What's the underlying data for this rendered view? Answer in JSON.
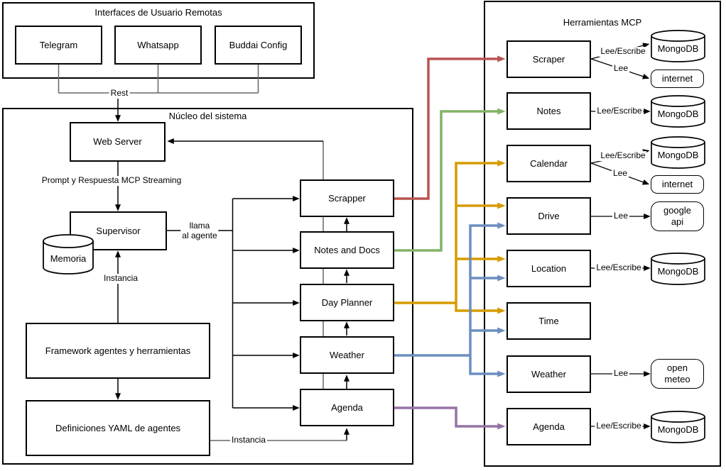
{
  "colors": {
    "red": "#b85450",
    "green": "#82b366",
    "orange": "#d79b00",
    "blue": "#6c8ebf",
    "purple": "#9673a6",
    "gray_wire": "#666666",
    "black": "#000000"
  },
  "ui_panel": {
    "title": "Interfaces de Usuario Remotas",
    "boxes": [
      {
        "label": "Telegram"
      },
      {
        "label": "Whatsapp"
      },
      {
        "label": "Buddai Config"
      }
    ]
  },
  "core_panel": {
    "title": "Núcleo del sistema",
    "web_server": "Web Server",
    "supervisor": "Supervisor",
    "memory": "Memoria",
    "framework": "Framework agentes y herramientas",
    "yaml_defs": "Definiciones YAML de agentes",
    "agents": [
      {
        "label": "Scrapper"
      },
      {
        "label": "Notes and Docs"
      },
      {
        "label": "Day Planner"
      },
      {
        "label": "Weather"
      },
      {
        "label": "Agenda"
      }
    ]
  },
  "mcp_panel": {
    "title": "Herramientas MCP",
    "tools": [
      {
        "label": "Scraper"
      },
      {
        "label": "Notes"
      },
      {
        "label": "Calendar"
      },
      {
        "label": "Drive"
      },
      {
        "label": "Location"
      },
      {
        "label": "Time"
      },
      {
        "label": "Weather"
      },
      {
        "label": "Agenda"
      }
    ],
    "stores": [
      {
        "label": "MongoDB"
      },
      {
        "label": "internet"
      },
      {
        "label": "MongoDB"
      },
      {
        "label": "MongoDB"
      },
      {
        "label": "internet"
      },
      {
        "line1": "google",
        "line2": "api"
      },
      {
        "label": "MongoDB"
      },
      {
        "line1": "open",
        "line2": "meteo"
      },
      {
        "label": "MongoDB"
      }
    ],
    "edge_labels": [
      {
        "label": "Lee/Escribe"
      },
      {
        "label": "Lee"
      },
      {
        "label": "Lee/Escribe"
      },
      {
        "label": "Lee/Escribe"
      },
      {
        "label": "Lee"
      },
      {
        "label": "Lee"
      },
      {
        "label": "Lee/Escribe"
      },
      {
        "label": "Lee"
      },
      {
        "label": "Lee/Escribe"
      }
    ]
  },
  "edge_labels": {
    "rest": "Rest",
    "prompt_stream": "Prompt y Respuesta MCP Streaming",
    "call_agent_line1": "llama",
    "call_agent_line2": "al agente",
    "instance_supervisor": "Instancia",
    "instance_agenda": "Instancia"
  }
}
